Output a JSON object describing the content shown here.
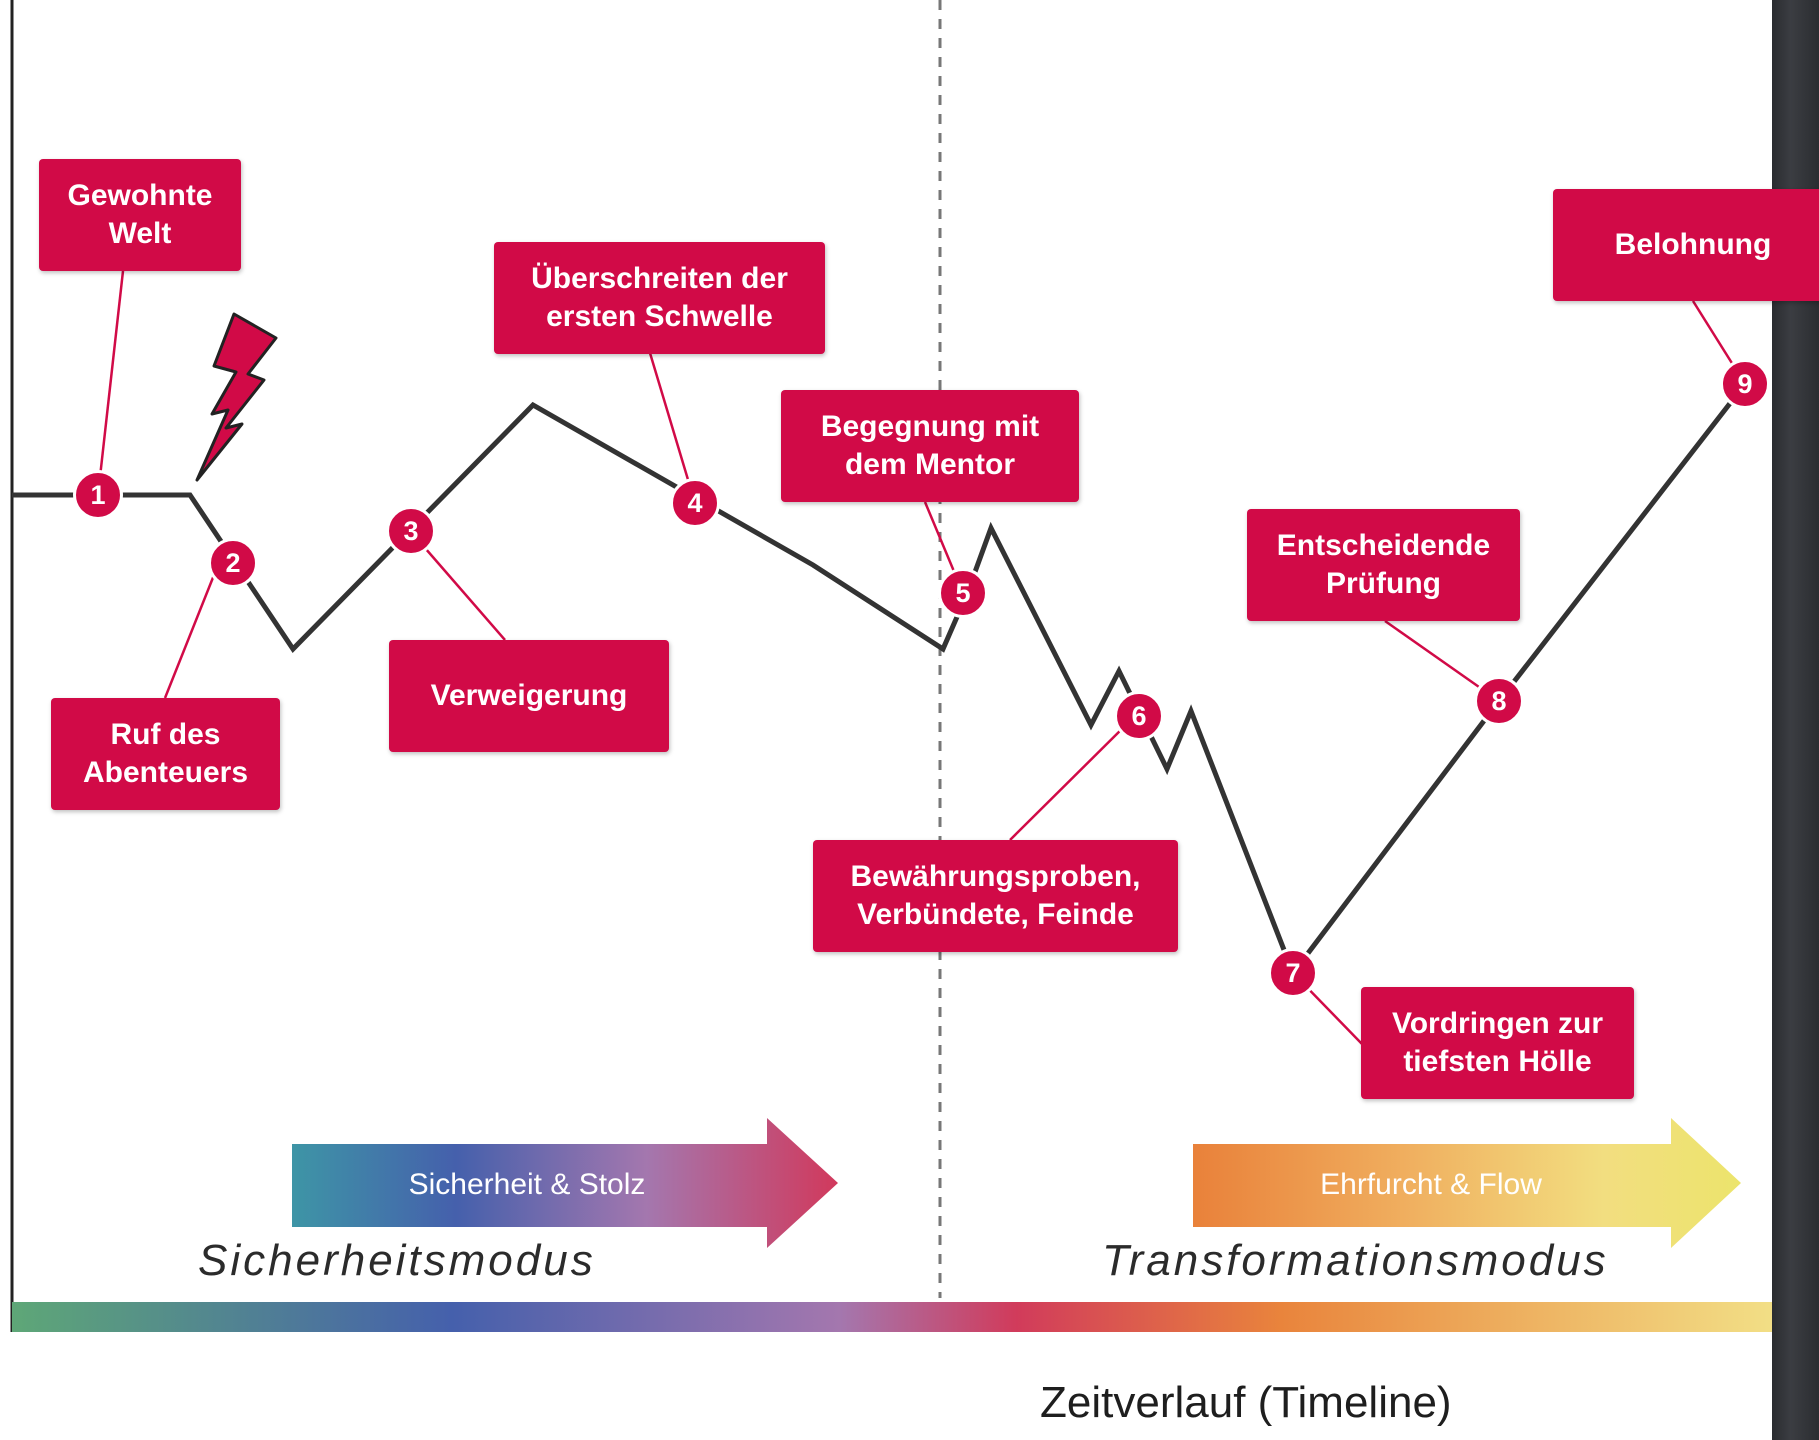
{
  "stages": [
    {
      "number": "1",
      "label": "Gewohnte\nWelt"
    },
    {
      "number": "2",
      "label": "Ruf des\nAbenteuers"
    },
    {
      "number": "3",
      "label": "Verweigerung"
    },
    {
      "number": "4",
      "label": "Überschreiten der\nersten Schwelle"
    },
    {
      "number": "5",
      "label": "Begegnung mit\ndem Mentor"
    },
    {
      "number": "6",
      "label": "Bewährungsproben,\nVerbündete, Feinde"
    },
    {
      "number": "7",
      "label": "Vordringen zur\ntiefsten Hölle"
    },
    {
      "number": "8",
      "label": "Entscheidende\nPrüfung"
    },
    {
      "number": "9",
      "label": "Belohnung"
    }
  ],
  "arrows": {
    "left": "Sicherheit & Stolz",
    "right": "Ehrfurcht & Flow"
  },
  "modes": {
    "left": "Sicherheitsmodus",
    "right": "Transformationsmodus"
  },
  "timeline_label": "Zeitverlauf (Timeline)",
  "colors": {
    "accent": "#d10a47",
    "line": "#333333",
    "left_arrow_gradient": [
      "#3e95a6",
      "#4560ac",
      "#a477ae",
      "#d1395c"
    ],
    "right_arrow_gradient": [
      "#e9813a",
      "#f0b060",
      "#f2de80",
      "#ece46c"
    ],
    "timeline_gradient": [
      "#5ea777",
      "#4560ac",
      "#a477ae",
      "#d13b5b",
      "#e9843c",
      "#f2df86"
    ]
  },
  "icons": {
    "lightning": "lightning-bolt-icon"
  }
}
